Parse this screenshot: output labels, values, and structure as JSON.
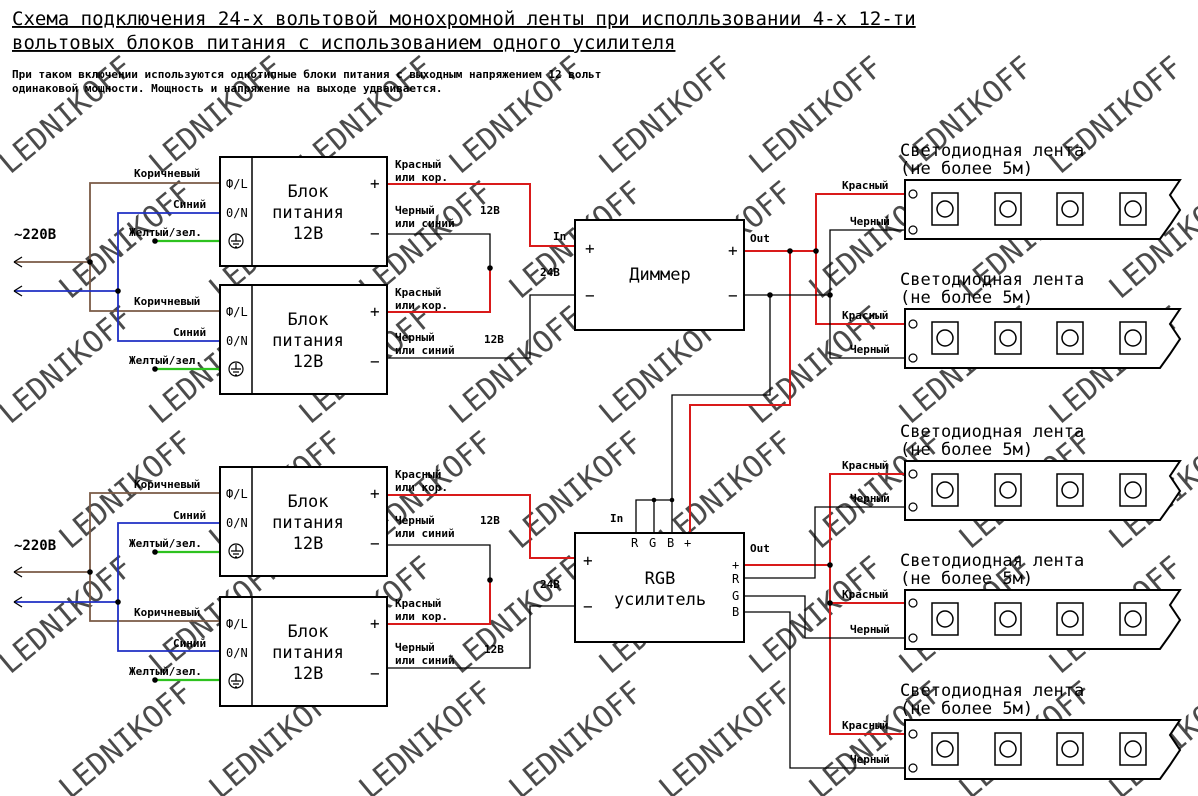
{
  "header": {
    "title_line1": "Схема подключения 24-х вольтовой монохромной ленты при исполльзовании 4-х 12-ти",
    "title_line2": "вольтовых блоков питания с использованием одного усилителя",
    "note_line1": "При таком включении используются однотипные блоки питания с выходным напряжением 12 вольт",
    "note_line2": "одинаковой мощности. Мощность и напряжение на выходе удваивается."
  },
  "watermark": "LEDNIKOFF",
  "mains_label": "~220В",
  "wire_labels": {
    "brown": "Коричневый",
    "blue": "Синий",
    "yellow_green": "Желтый/зел.",
    "red_out": "Красный",
    "red_out2": "или кор.",
    "black_out": "Черный",
    "black_out2": "или синий",
    "v12": "12В",
    "v24": "24В",
    "in": "In",
    "out": "Out",
    "strip_red": "Красный",
    "strip_black": "Черный"
  },
  "psu": {
    "name1": "Блок",
    "name2": "питания",
    "name3": "12В",
    "pin_l": "Ф/L",
    "pin_n": "0/N",
    "plus": "+",
    "minus": "−"
  },
  "dimmer": {
    "name": "Диммер",
    "plus": "+",
    "minus": "−"
  },
  "amplifier": {
    "name1": "RGB",
    "name2": "усилитель",
    "in_pins": [
      "R",
      "G",
      "B",
      "+"
    ],
    "out_pins": [
      "+",
      "R",
      "G",
      "B"
    ]
  },
  "strip": {
    "name1": "Светодиодная лента",
    "name2": "(не более 5м)"
  }
}
